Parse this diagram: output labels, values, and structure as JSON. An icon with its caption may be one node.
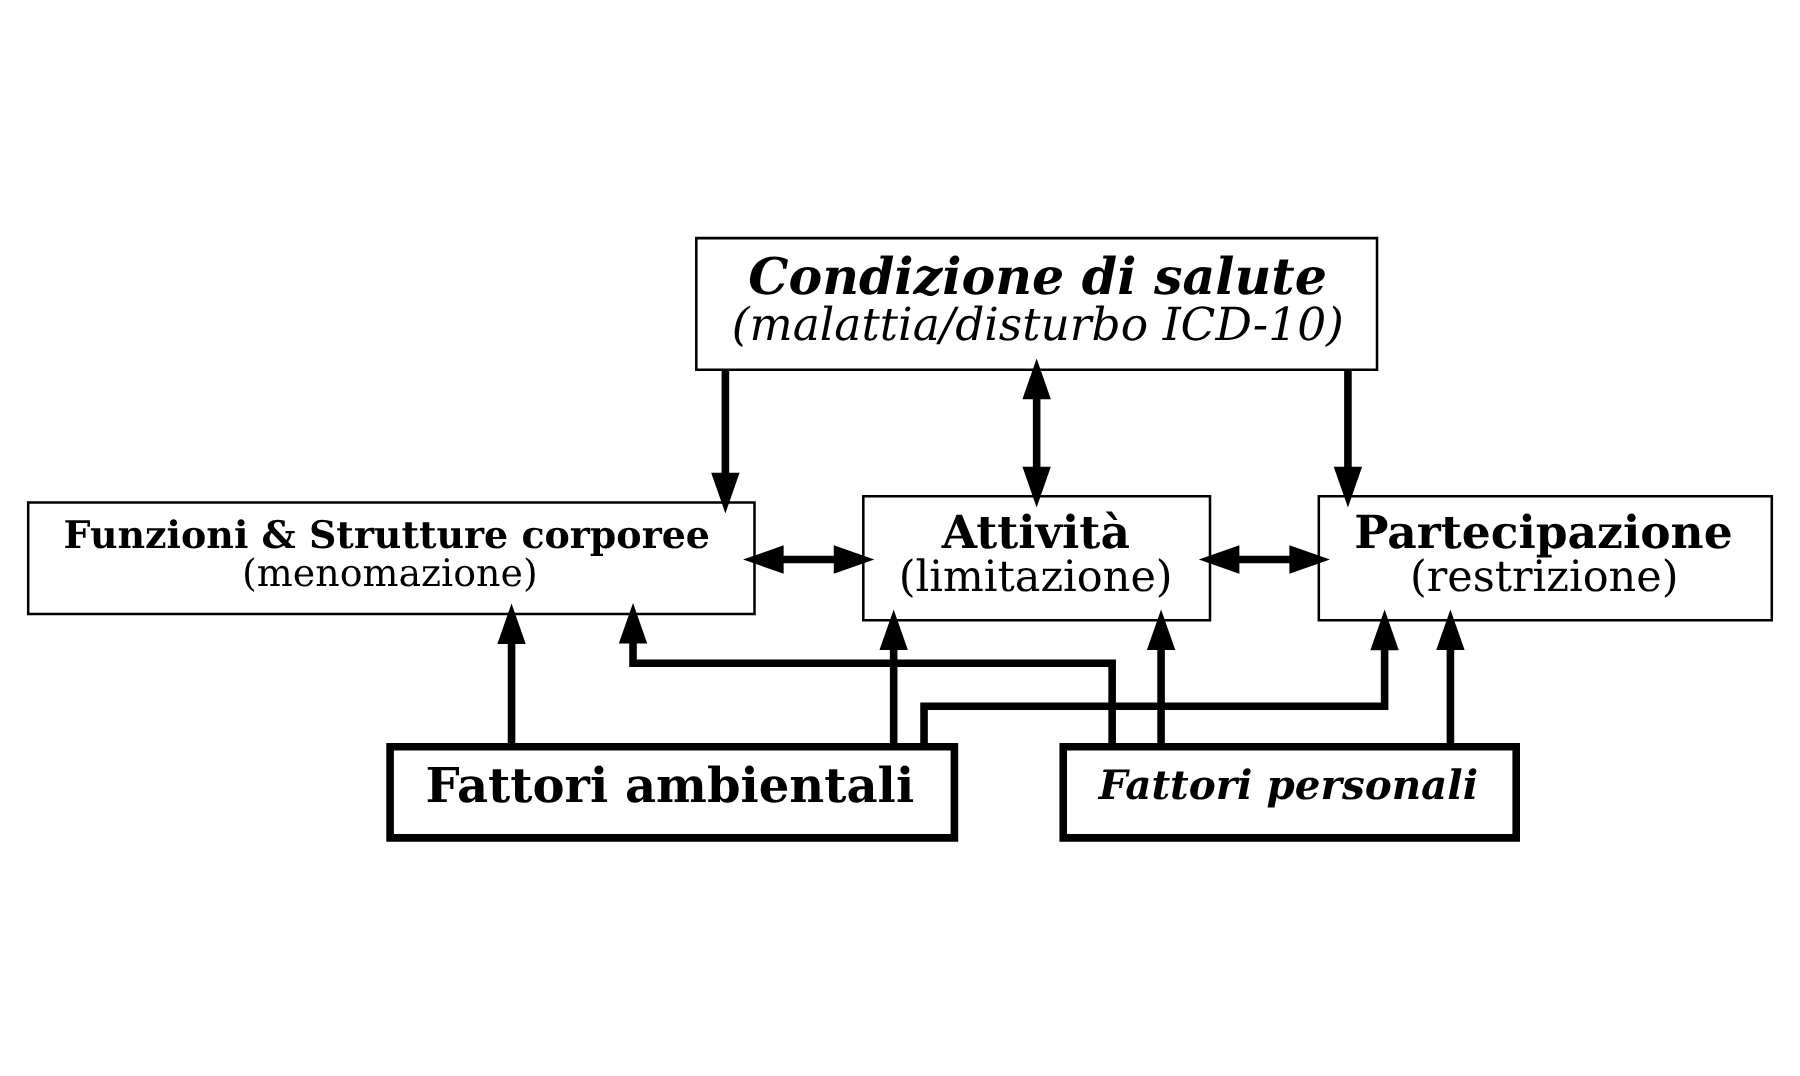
{
  "diagram": {
    "nodes": [
      {
        "text": [
          "Condizione di salute",
          "(malattia/disturbo ICD-10)"
        ]
      },
      {
        "text": [
          "Funzioni & Strutture corporee",
          "(menomazione)"
        ]
      },
      {
        "text": [
          "Attività",
          "(limitazione)"
        ]
      },
      {
        "text": [
          "Partecipazione",
          "(restrizione)"
        ]
      },
      {
        "text": [
          "Fattori ambientali"
        ]
      },
      {
        "text": [
          "Fattori personali"
        ]
      }
    ],
    "edges": [
      {
        "from": 0,
        "to": 1,
        "arrow": "to"
      },
      {
        "from": 0,
        "to": 2,
        "arrow": "both"
      },
      {
        "from": 0,
        "to": 3,
        "arrow": "to"
      },
      {
        "from": 1,
        "to": 2,
        "arrow": "both"
      },
      {
        "from": 2,
        "to": 3,
        "arrow": "both"
      },
      {
        "from": 4,
        "to": 1,
        "arrow": "to"
      },
      {
        "from": 4,
        "to": 2,
        "arrow": "to"
      },
      {
        "from": 4,
        "to": 3,
        "arrow": "to"
      },
      {
        "from": 5,
        "to": 1,
        "arrow": "to"
      },
      {
        "from": 5,
        "to": 2,
        "arrow": "to"
      },
      {
        "from": 5,
        "to": 3,
        "arrow": "to"
      }
    ]
  }
}
